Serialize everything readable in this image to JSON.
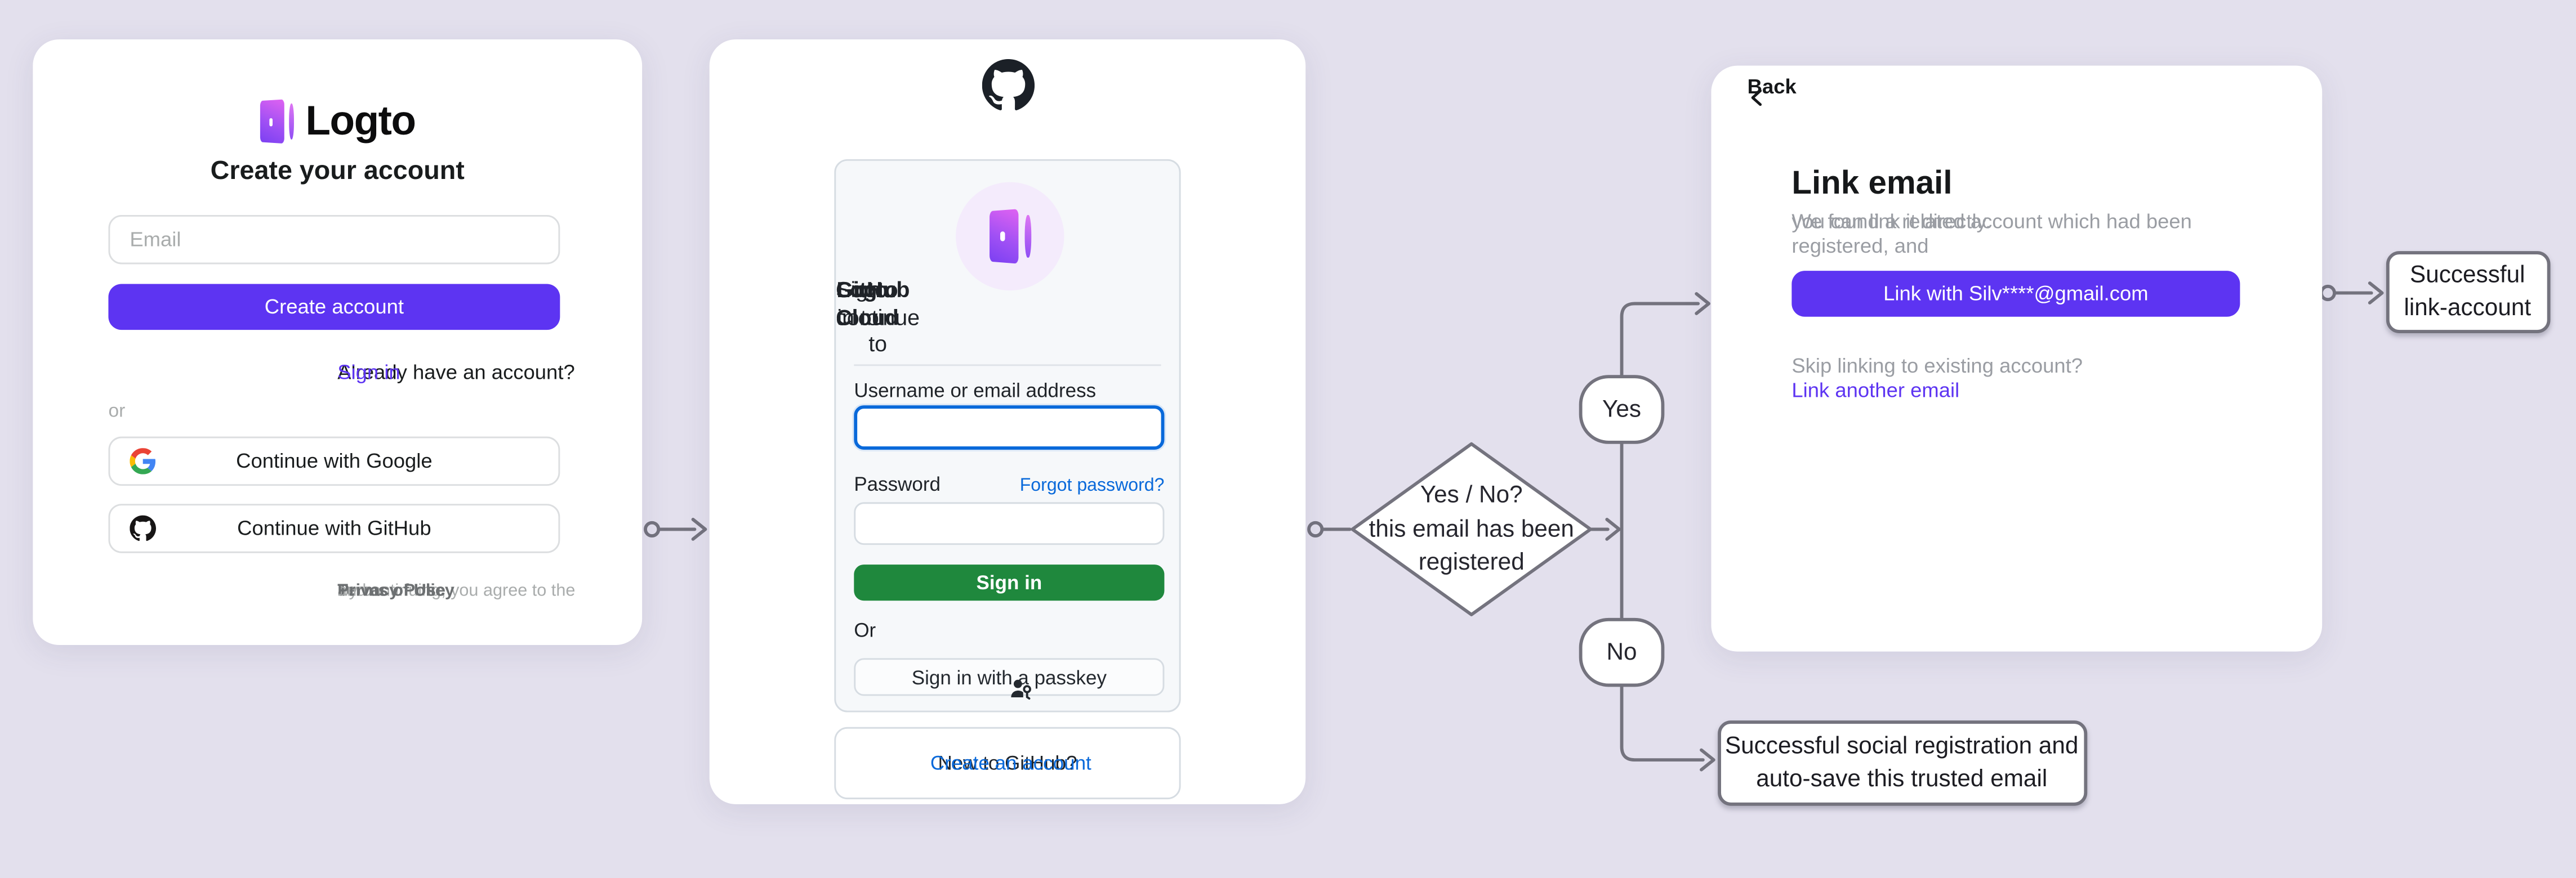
{
  "colors": {
    "background": "#e3e0ed",
    "card_white": "#ffffff",
    "accent_purple": "#5d34f2",
    "github_green": "#1f883d",
    "github_link_blue": "#0969da",
    "flow_line_gray": "#74737e"
  },
  "icons": {
    "logto_logo": "purple-gradient-door-icon",
    "github_logo": "octocat-mark-icon",
    "google_logo": "google-g-icon",
    "passkey": "person-with-key-icon",
    "back": "chevron-left-icon"
  },
  "signup_card": {
    "brand": "Logto",
    "title": "Create your account",
    "email_placeholder": "Email",
    "create_button": "Create account",
    "signin_prompt": "Already have an account?",
    "signin_link": "Sign in",
    "divider": "or",
    "google_button": "Continue with Google",
    "github_button": "Continue with GitHub",
    "terms_prefix": "By continuing, you agree to the ",
    "terms_link": "Terms of Use",
    "terms_and": " and ",
    "privacy_link": "Privacy Policy",
    "terms_suffix": "."
  },
  "github_card": {
    "title_line1_normal": "Sign in to ",
    "title_line1_bold": "GitHub",
    "title_line2_normal": "to continue to ",
    "title_line2_bold": "Logto Cloud",
    "username_label": "Username or email address",
    "username_value": "",
    "password_label": "Password",
    "forgot_link": "Forgot password?",
    "signin_button": "Sign in",
    "divider": "Or",
    "passkey_button": "Sign in with a passkey",
    "new_prompt": "New to GitHub?",
    "create_link": "Create an account"
  },
  "link_card": {
    "back": "Back",
    "title": "Link email",
    "description_line1": "We found a related account which had been registered, and",
    "description_line2": "you can link it directly.",
    "link_button": "Link with Silv****@gmail.com",
    "skip_text": "Skip linking to existing account?",
    "link_another": "Link another email"
  },
  "flow": {
    "decision_line1": "Yes / No?",
    "decision_line2": "this email has been",
    "decision_line3": "registered",
    "yes_label": "Yes",
    "no_label": "No",
    "outcome_yes": "Successful link-account",
    "outcome_no": "Successful social registration and auto-save this trusted email"
  }
}
